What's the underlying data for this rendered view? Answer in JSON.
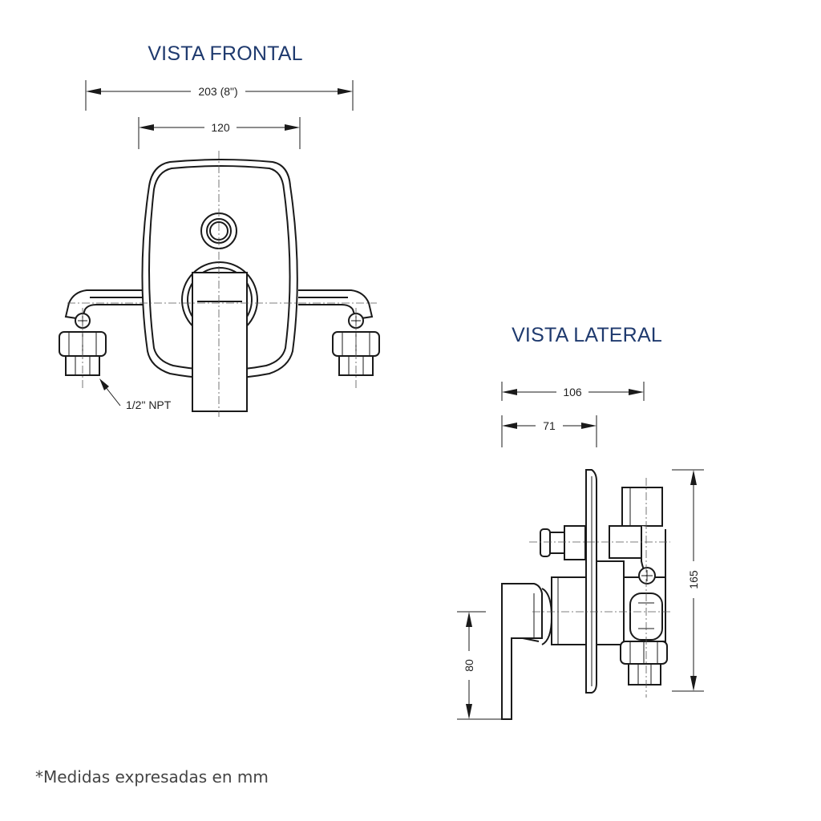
{
  "views": {
    "front": {
      "title": "VISTA FRONTAL",
      "dim_width_total": "203 (8\")",
      "dim_width_inner": "120",
      "thread_label": "1/2\" NPT"
    },
    "side": {
      "title": "VISTA LATERAL",
      "dim_depth_total": "106",
      "dim_depth_partial": "71",
      "dim_height": "165",
      "dim_handle": "80"
    }
  },
  "footnote": "*Medidas expresadas en mm",
  "colors": {
    "title": "#1f3a6e",
    "lines": "#1a1a1a"
  }
}
